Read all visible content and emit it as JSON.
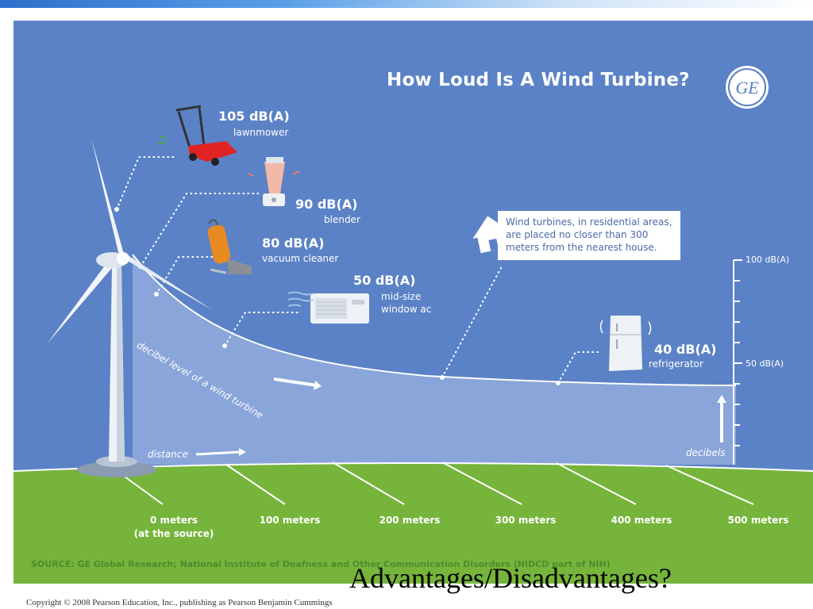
{
  "title": "How Loud Is A Wind Turbine?",
  "brand": {
    "logo_text": "GE"
  },
  "sources": [
    {
      "db": "105 dB(A)",
      "name": "lawnmower",
      "icon": "lawnmower-icon"
    },
    {
      "db": "90 dB(A)",
      "name": "blender",
      "icon": "blender-icon"
    },
    {
      "db": "80 dB(A)",
      "name": "vacuum cleaner",
      "icon": "vacuum-cleaner-icon"
    },
    {
      "db": "50 dB(A)",
      "name": "mid-size\nwindow ac",
      "icon": "window-ac-icon"
    },
    {
      "db": "40 dB(A)",
      "name": "refrigerator",
      "icon": "refrigerator-icon"
    }
  ],
  "note": "Wind turbines, in residential areas,\nare placed no closer than 300\nmeters from the nearest house.",
  "decibel_axis": {
    "top_label": "100 dB(A)",
    "mid_label": "50 dB(A)",
    "label": "decibels"
  },
  "curve_label": "decibel level of a wind turbine",
  "distance_label": "distance",
  "distances": [
    "0 meters\n(at the source)",
    "100 meters",
    "200 meters",
    "300 meters",
    "400 meters",
    "500 meters"
  ],
  "source_text": "SOURCE: GE Global Research; National Institute of Deafness and Other Communication Disorders (NIDCD part of NIH)",
  "slide_title": "Advantages/Disadvantages?",
  "copyright": "Copyright © 2008 Pearson Education, Inc., publishing as Pearson Benjamin Cummings",
  "colors": {
    "sky": "#5b82c6",
    "grass": "#76b43b",
    "band": "#8ea8dc",
    "note_text": "#4a6aa8"
  }
}
